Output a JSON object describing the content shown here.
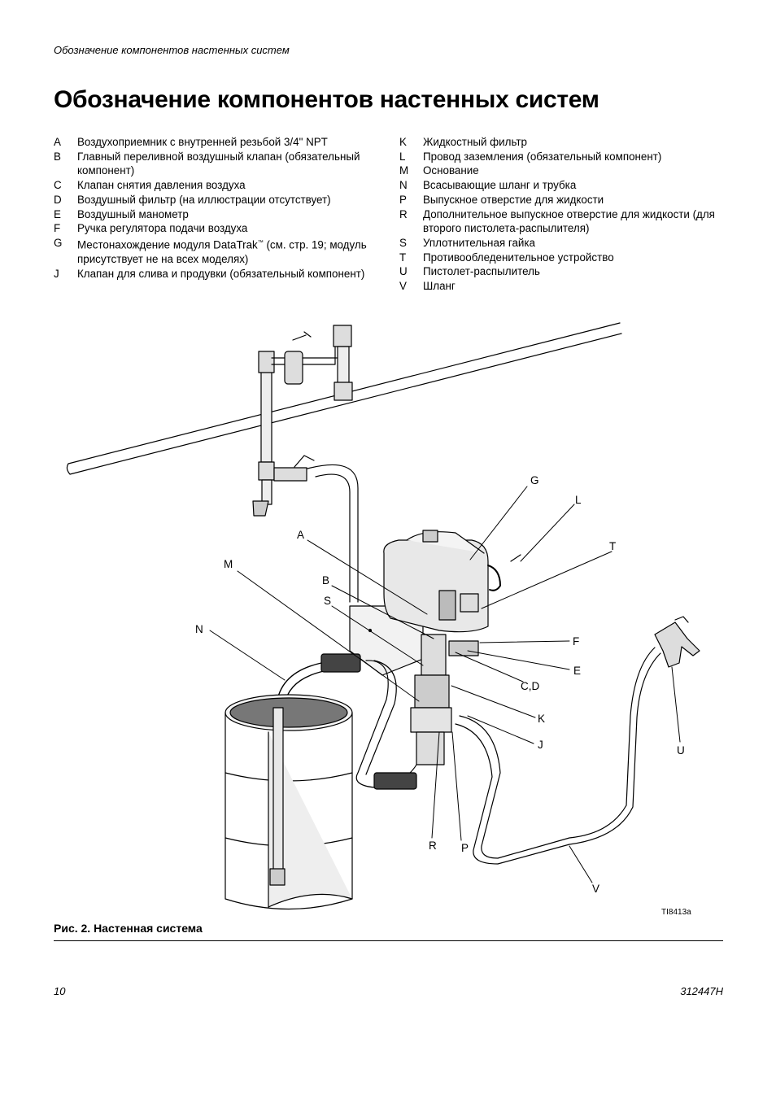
{
  "header": {
    "running_title": "Обозначение компонентов настенных систем"
  },
  "page_title": "Обозначение компонентов настенных систем",
  "legend_left": [
    {
      "key": "A",
      "text": "Воздухоприемник с внутренней резьбой 3/4\" NPT"
    },
    {
      "key": "B",
      "text": "Главный переливной воздушный клапан (обязательный компонент)"
    },
    {
      "key": "C",
      "text": "Клапан снятия давления воздуха"
    },
    {
      "key": "D",
      "text": "Воздушный фильтр (на иллюстрации отсутствует)"
    },
    {
      "key": "E",
      "text": "Воздушный манометр"
    },
    {
      "key": "F",
      "text": "Ручка регулятора подачи воздуха"
    },
    {
      "key": "G",
      "text_a": "Местонахождение модуля DataTrak",
      "tm": "™",
      "text_b": " (см. стр. 19; модуль присутствует не на всех моделях)"
    },
    {
      "key": "J",
      "text": "Клапан для слива и продувки (обязательный компонент)"
    }
  ],
  "legend_right": [
    {
      "key": "K",
      "text": "Жидкостный фильтр"
    },
    {
      "key": "L",
      "text": "Провод заземления (обязательный компонент)"
    },
    {
      "key": "M",
      "text": "Основание"
    },
    {
      "key": "N",
      "text": "Всасывающие шланг и трубка"
    },
    {
      "key": "P",
      "text": "Выпускное отверстие для жидкости"
    },
    {
      "key": "R",
      "text": "Дополнительное выпускное отверстие для жидкости (для второго пистолета-распылителя)"
    },
    {
      "key": "S",
      "text": "Уплотнительная гайка"
    },
    {
      "key": "T",
      "text": "Противообледенительное устройство"
    },
    {
      "key": "U",
      "text": "Пистолет-распылитель"
    },
    {
      "key": "V",
      "text": "Шланг"
    }
  ],
  "figure": {
    "labels": {
      "G": "G",
      "L": "L",
      "T": "T",
      "A": "A",
      "M": "M",
      "B": "B",
      "S": "S",
      "N": "N",
      "F": "F",
      "E": "E",
      "CD": "C,D",
      "K": "K",
      "J": "J",
      "U": "U",
      "R": "R",
      "P": "P",
      "V": "V"
    },
    "code": "TI8413a",
    "caption": "Рис. 2. Настенная система"
  },
  "footer": {
    "page_number": "10",
    "doc_number": "312447H"
  }
}
